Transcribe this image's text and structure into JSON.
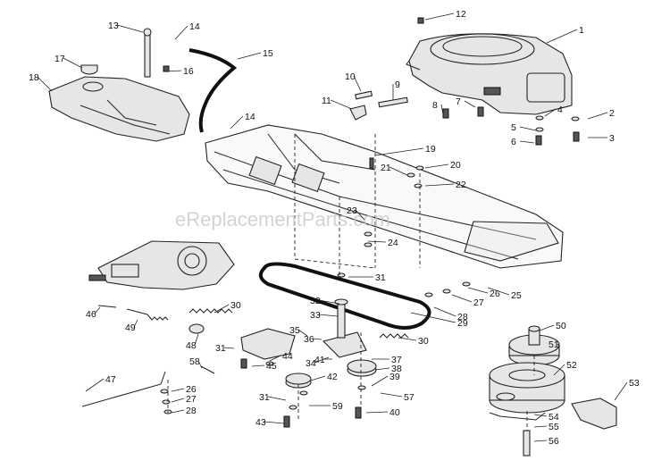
{
  "watermark": "eReplacementParts.com",
  "callouts": [
    "1",
    "2",
    "3",
    "4",
    "5",
    "6",
    "7",
    "8",
    "9",
    "10",
    "11",
    "12",
    "13",
    "14",
    "14",
    "15",
    "16",
    "17",
    "18",
    "19",
    "20",
    "21",
    "22",
    "23",
    "24",
    "25",
    "26",
    "26",
    "27",
    "27",
    "28",
    "28",
    "29",
    "30",
    "30",
    "31",
    "31",
    "31",
    "32",
    "33",
    "34",
    "35",
    "36",
    "37",
    "38",
    "39",
    "40",
    "41",
    "42",
    "43",
    "44",
    "45",
    "46",
    "47",
    "48",
    "49",
    "50",
    "51",
    "52",
    "53",
    "54",
    "55",
    "56",
    "57",
    "58",
    "59"
  ]
}
